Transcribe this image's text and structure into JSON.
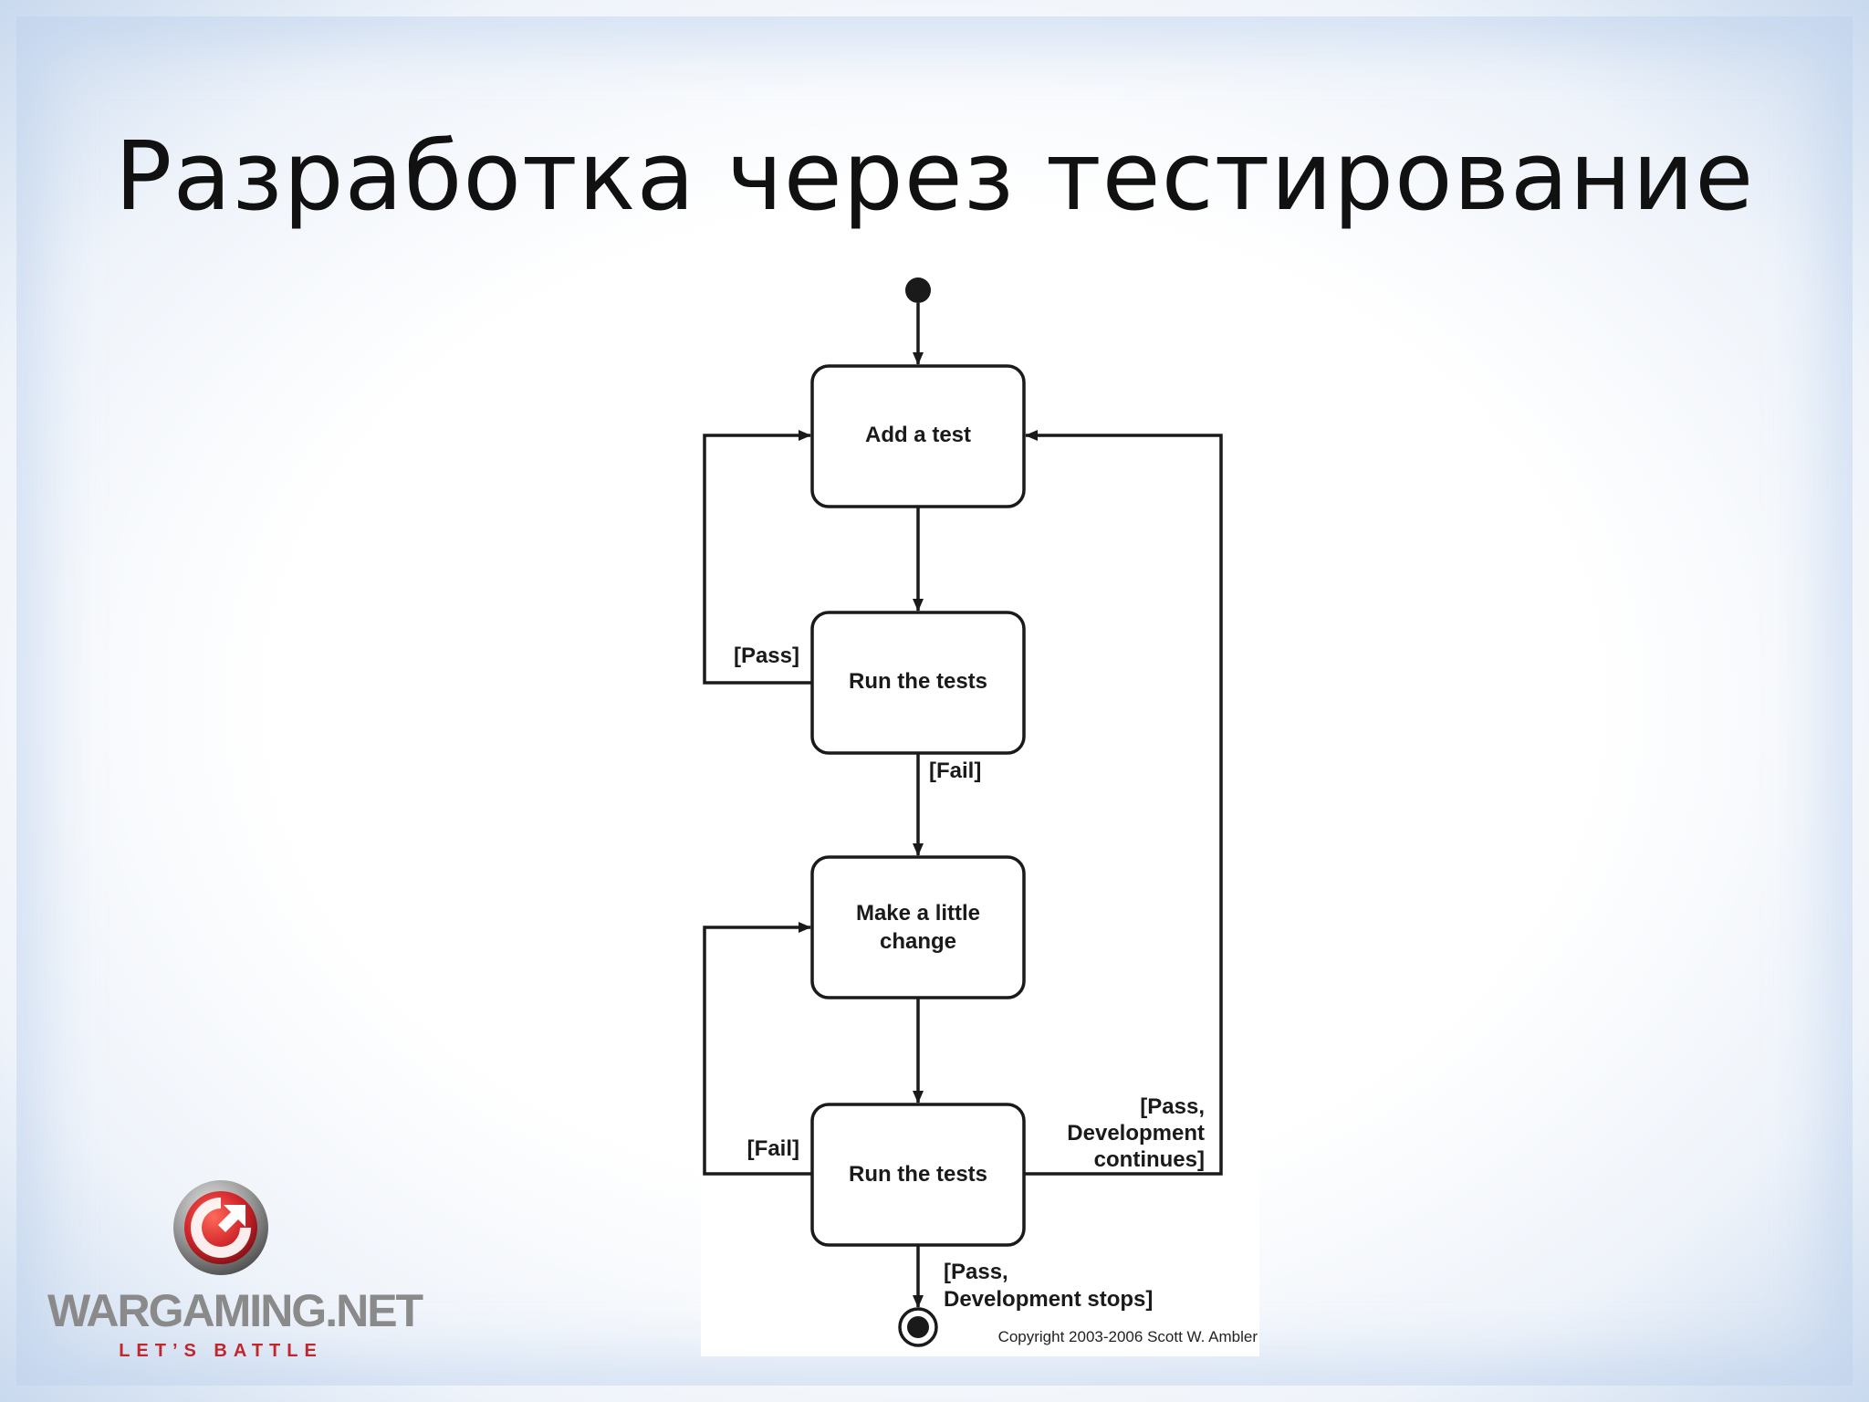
{
  "slide": {
    "title": "Разработка через тестирование"
  },
  "diagram": {
    "nodes": {
      "add_test": "Add a test",
      "run_tests_1": "Run the tests",
      "make_change_line1": "Make a little",
      "make_change_line2": "change",
      "run_tests_2": "Run the tests"
    },
    "guards": {
      "pass_loop": "[Pass]",
      "fail_first": "[Fail]",
      "fail_second": "[Fail]",
      "pass_continue_line1": "[Pass,",
      "pass_continue_line2": "Development",
      "pass_continue_line3": "continues]",
      "pass_stop_line1": "[Pass,",
      "pass_stop_line2": "Development stops]"
    },
    "copyright": "Copyright 2003-2006 Scott W. Ambler"
  },
  "logo": {
    "name": "WARGAMING.NET",
    "tagline": "LET’S BATTLE",
    "icon": "wargaming-emblem-icon"
  },
  "colors": {
    "stroke": "#1a1a1a",
    "logo_red": "#c0262c",
    "logo_gray": "#8a8a8a"
  }
}
